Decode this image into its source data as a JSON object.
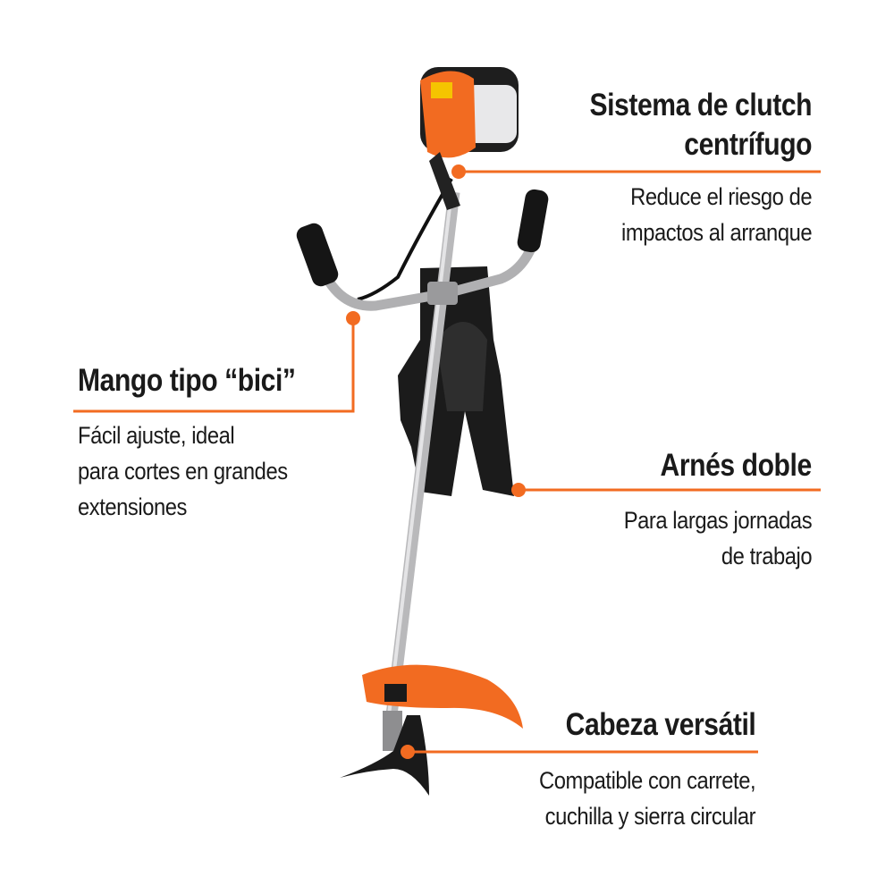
{
  "accent_color": "#f26b21",
  "callouts": {
    "clutch": {
      "title_line1": "Sistema de clutch",
      "title_line2": "centrífugo",
      "desc_line1": "Reduce el riesgo de",
      "desc_line2": "impactos al arranque"
    },
    "mango": {
      "title": "Mango tipo “bici”",
      "desc_line1": "Fácil ajuste, ideal",
      "desc_line2": "para cortes en grandes",
      "desc_line3": "extensiones"
    },
    "arnes": {
      "title": "Arnés doble",
      "desc_line1": "Para largas jornadas",
      "desc_line2": "de trabajo"
    },
    "cabeza": {
      "title": "Cabeza versátil",
      "desc_line1": "Compatible con carrete,",
      "desc_line2": "cuchilla y sierra circular"
    }
  }
}
